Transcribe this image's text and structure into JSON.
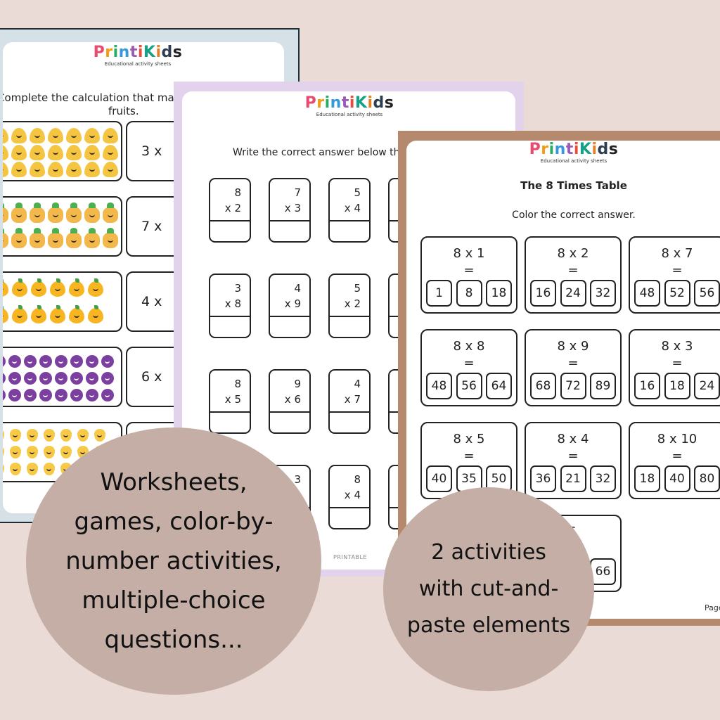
{
  "brand": {
    "name_letters": [
      "P",
      "r",
      "i",
      "n",
      "t",
      "i",
      "K",
      "i",
      "d",
      "s"
    ],
    "tagline": "Educational activity sheets"
  },
  "sheet1": {
    "instruction_line1": "Complete the calculation that matche",
    "instruction_line2": "fruits.",
    "rows": [
      {
        "fruit_icon": "banana-icon",
        "calc": "3  x"
      },
      {
        "fruit_icon": "pineapple-icon",
        "calc": "7  x"
      },
      {
        "fruit_icon": "mango-icon",
        "calc": "4  x"
      },
      {
        "fruit_icon": "plum-icon",
        "calc": "6  x"
      },
      {
        "fruit_icon": "pear-icon",
        "calc": ""
      }
    ]
  },
  "sheet2": {
    "instruction": "Write the correct answer below th",
    "footer": "PRINTABLE",
    "dominoes": [
      {
        "a": "8",
        "b": "x 2"
      },
      {
        "a": "7",
        "b": "x 3"
      },
      {
        "a": "5",
        "b": "x 4"
      },
      {
        "a": "3",
        "b": "x 8"
      },
      {
        "a": "4",
        "b": "x 9"
      },
      {
        "a": "5",
        "b": "x 2"
      },
      {
        "a": "8",
        "b": "x 5"
      },
      {
        "a": "9",
        "b": "x 6"
      },
      {
        "a": "4",
        "b": "x 7"
      },
      {
        "a": "3",
        "b": ""
      },
      {
        "a": "8",
        "b": "x 4"
      }
    ]
  },
  "sheet3": {
    "title": "The 8 Times Table",
    "instruction": "Color the correct answer.",
    "footer": "Page",
    "questions": [
      {
        "q": "8 x 1",
        "eq": "=",
        "opts": [
          "1",
          "8",
          "18"
        ]
      },
      {
        "q": "8 x 2",
        "eq": "=",
        "opts": [
          "16",
          "24",
          "32"
        ]
      },
      {
        "q": "8 x 7",
        "eq": "=",
        "opts": [
          "48",
          "52",
          "56"
        ]
      },
      {
        "q": "8 x 8",
        "eq": "=",
        "opts": [
          "48",
          "56",
          "64"
        ]
      },
      {
        "q": "8 x 9",
        "eq": "=",
        "opts": [
          "68",
          "72",
          "89"
        ]
      },
      {
        "q": "8 x 3",
        "eq": "=",
        "opts": [
          "16",
          "18",
          "24"
        ]
      },
      {
        "q": "8 x 5",
        "eq": "=",
        "opts": [
          "40",
          "35",
          "50"
        ]
      },
      {
        "q": "8 x 4",
        "eq": "=",
        "opts": [
          "36",
          "21",
          "32"
        ]
      },
      {
        "q": "8 x 10",
        "eq": "=",
        "opts": [
          "18",
          "40",
          "80"
        ]
      },
      {
        "q": "6",
        "eq": "",
        "opts": [
          "",
          "",
          "66"
        ]
      }
    ]
  },
  "bubbles": {
    "left_lines": [
      "Worksheets,",
      "games, color-by-",
      "number activities,",
      "multiple-choice",
      "questions..."
    ],
    "right_lines": [
      "2 activities",
      "with cut-and-",
      "paste elements"
    ]
  }
}
